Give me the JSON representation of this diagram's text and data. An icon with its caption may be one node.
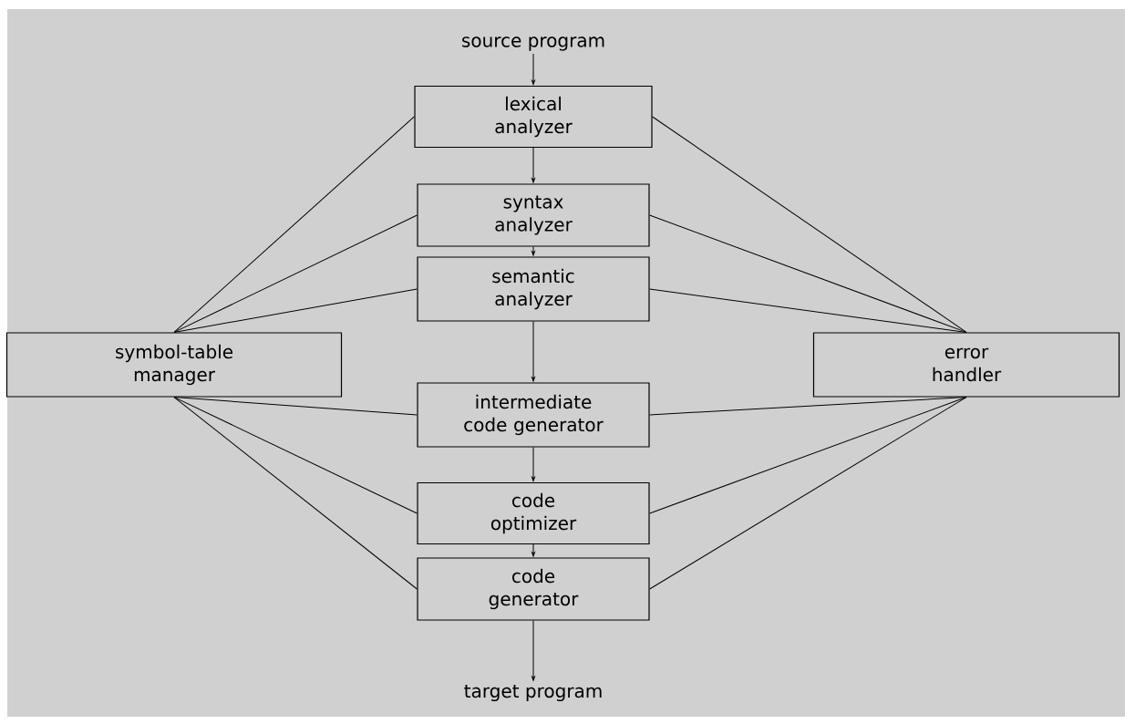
{
  "diagram": {
    "nodes": [
      {
        "text": [
          "source program"
        ]
      },
      {
        "text": [
          "lexical analyzer"
        ]
      },
      {
        "text": [
          "syntax analyzer"
        ]
      },
      {
        "text": [
          "semantic analyzer"
        ]
      },
      {
        "text": [
          "symbol-table manager"
        ]
      },
      {
        "text": [
          "error handler"
        ]
      },
      {
        "text": [
          "intermediate code generator"
        ]
      },
      {
        "text": [
          "code optimizer"
        ]
      },
      {
        "text": [
          "code generator"
        ]
      },
      {
        "text": [
          "target program"
        ]
      }
    ],
    "edges": [
      {
        "from": 0,
        "to": 1,
        "arrow": "to"
      },
      {
        "from": 1,
        "to": 2,
        "arrow": "to"
      },
      {
        "from": 2,
        "to": 3,
        "arrow": "to"
      },
      {
        "from": 3,
        "to": 6,
        "arrow": "to"
      },
      {
        "from": 6,
        "to": 7,
        "arrow": "to"
      },
      {
        "from": 7,
        "to": 8,
        "arrow": "to"
      },
      {
        "from": 8,
        "to": 9,
        "arrow": "to"
      },
      {
        "from": 4,
        "to": 1,
        "arrow": "none"
      },
      {
        "from": 4,
        "to": 2,
        "arrow": "none"
      },
      {
        "from": 4,
        "to": 3,
        "arrow": "none"
      },
      {
        "from": 4,
        "to": 6,
        "arrow": "none"
      },
      {
        "from": 4,
        "to": 7,
        "arrow": "none"
      },
      {
        "from": 4,
        "to": 8,
        "arrow": "none"
      },
      {
        "from": 1,
        "to": 5,
        "arrow": "none"
      },
      {
        "from": 2,
        "to": 5,
        "arrow": "none"
      },
      {
        "from": 3,
        "to": 5,
        "arrow": "none"
      },
      {
        "from": 6,
        "to": 5,
        "arrow": "none"
      },
      {
        "from": 7,
        "to": 5,
        "arrow": "none"
      },
      {
        "from": 8,
        "to": 5,
        "arrow": "none"
      }
    ]
  }
}
